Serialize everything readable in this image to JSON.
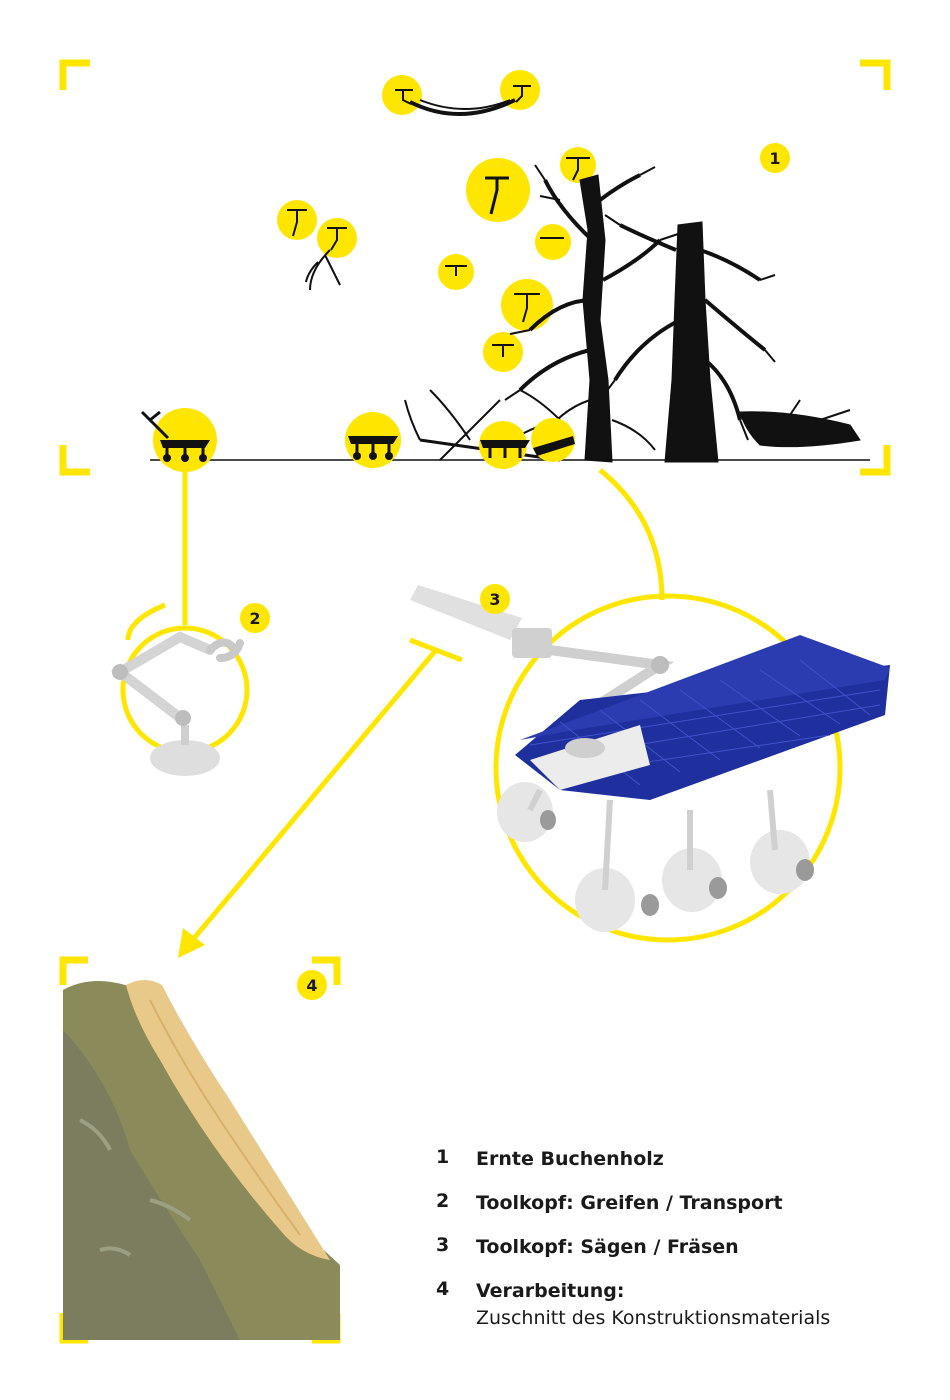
{
  "colors": {
    "accent": "#ffe600",
    "ink": "#111111",
    "panel_blue": "#1f2f9e",
    "machine_grey": "#d9d9d9",
    "bark": "#8a8a5a",
    "wood": "#e8c98a"
  },
  "badges": [
    "1",
    "2",
    "3",
    "4"
  ],
  "legend": [
    {
      "num": "1",
      "title": "Ernte Buchenholz",
      "sub": ""
    },
    {
      "num": "2",
      "title": "Toolkopf: Greifen / Transport",
      "sub": ""
    },
    {
      "num": "3",
      "title": "Toolkopf: Sägen / Fräsen",
      "sub": ""
    },
    {
      "num": "4",
      "title": "Verarbeitung:",
      "sub": "Zuschnitt des Konstruktionsmaterials"
    }
  ],
  "icons": [
    "corner-bracket-icon",
    "drone-icon",
    "rover-icon",
    "dead-tree-icon",
    "robot-arm-icon",
    "saw-rover-icon",
    "log-icon",
    "arrow-icon"
  ]
}
